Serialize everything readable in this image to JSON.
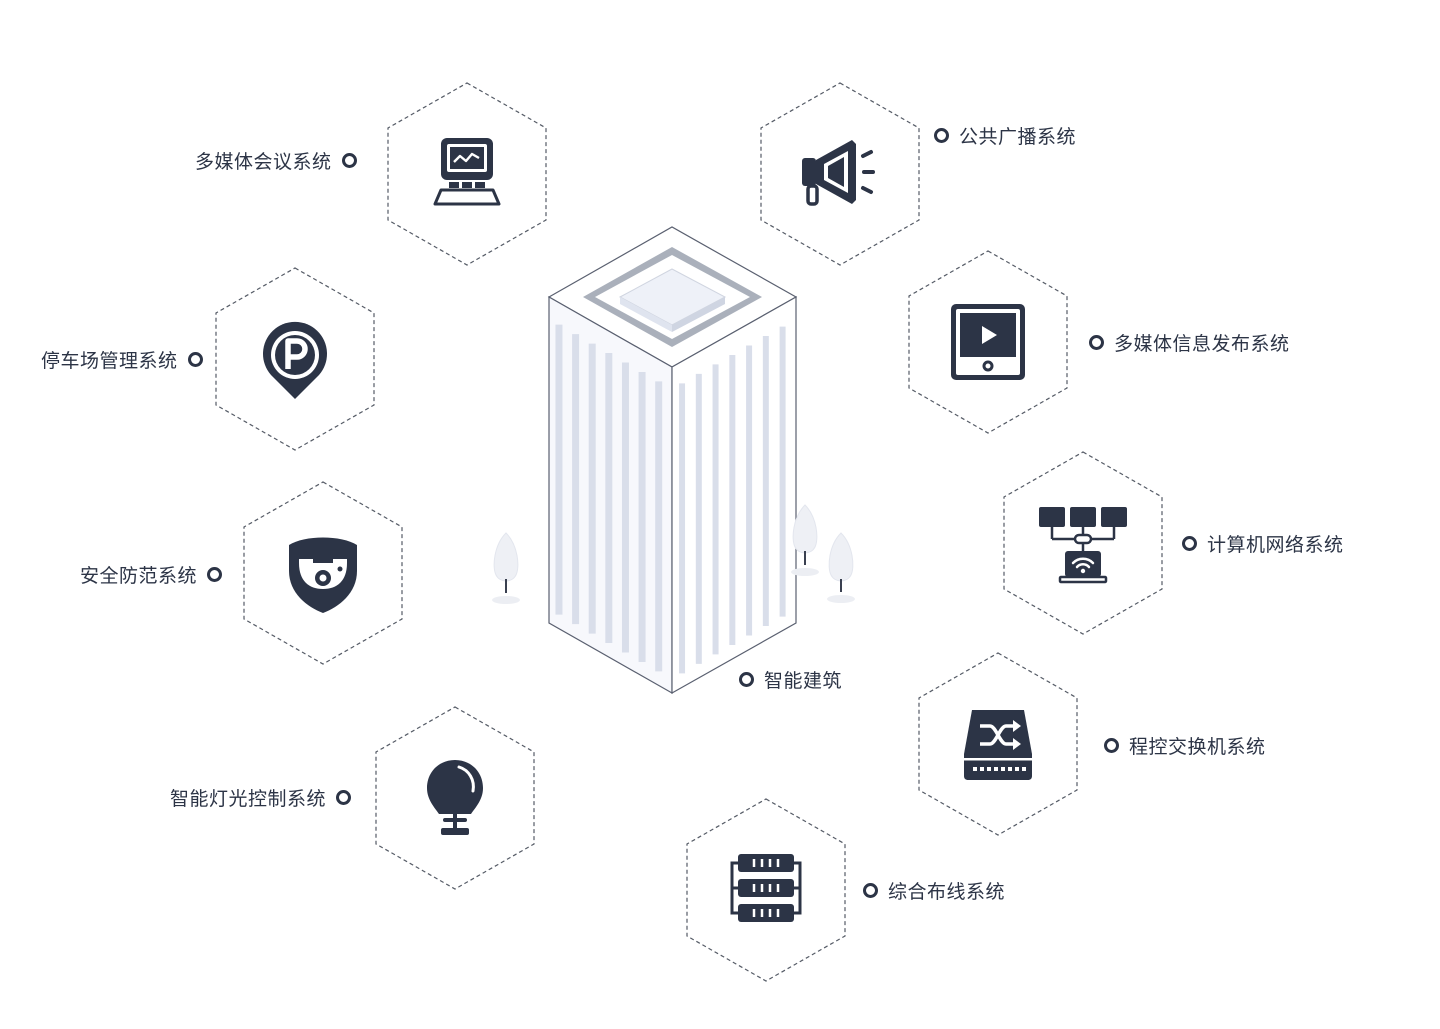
{
  "diagram": {
    "center_label": "智能建筑",
    "systems": [
      {
        "id": "multimedia-conference",
        "label": "多媒体会议系统",
        "icon": "monitor-computer-icon"
      },
      {
        "id": "public-broadcast",
        "label": "公共广播系统",
        "icon": "megaphone-icon"
      },
      {
        "id": "parking-management",
        "label": "停车场管理系统",
        "icon": "parking-pin-icon"
      },
      {
        "id": "multimedia-info-release",
        "label": "多媒体信息发布系统",
        "icon": "video-tablet-icon"
      },
      {
        "id": "security-protection",
        "label": "安全防范系统",
        "icon": "shield-camera-icon"
      },
      {
        "id": "computer-network",
        "label": "计算机网络系统",
        "icon": "network-router-icon"
      },
      {
        "id": "program-switch",
        "label": "程控交换机系统",
        "icon": "switch-device-icon"
      },
      {
        "id": "smart-lighting",
        "label": "智能灯光控制系统",
        "icon": "light-bulb-icon"
      },
      {
        "id": "integrated-cabling",
        "label": "综合布线系统",
        "icon": "server-rack-icon"
      }
    ]
  },
  "colors": {
    "icon": "#2c3446",
    "text": "#2c3446",
    "dashed_outline": "#555b66",
    "building_stripe": "#d9deea"
  }
}
